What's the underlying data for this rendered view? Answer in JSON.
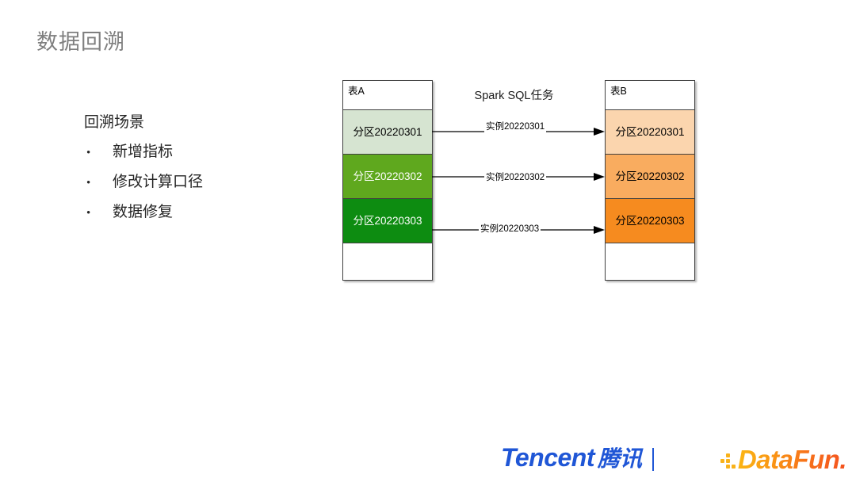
{
  "slide": {
    "title": "数据回溯"
  },
  "content": {
    "scenario_heading": "回溯场景",
    "bullet_marker": "•",
    "bullets": [
      {
        "label": "新增指标"
      },
      {
        "label": "修改计算口径"
      },
      {
        "label": "数据修复"
      }
    ]
  },
  "diagram": {
    "process_title": "Spark SQL任务",
    "table_a": {
      "header": "表A",
      "rows": [
        {
          "label": "分区20220301",
          "bg": "#d6e4d1",
          "text": "#000000"
        },
        {
          "label": "分区20220302",
          "bg": "#5fa81e",
          "text": "#ffffff"
        },
        {
          "label": "分区20220303",
          "bg": "#0d8c11",
          "text": "#ffffff"
        },
        {
          "label": "",
          "bg": "#ffffff",
          "text": "#000000"
        }
      ]
    },
    "table_b": {
      "header": "表B",
      "rows": [
        {
          "label": "分区20220301",
          "bg": "#fbd5ae",
          "text": "#000000"
        },
        {
          "label": "分区20220302",
          "bg": "#f9ac5f",
          "text": "#000000"
        },
        {
          "label": "分区20220303",
          "bg": "#f68b1f",
          "text": "#000000"
        },
        {
          "label": "",
          "bg": "#ffffff",
          "text": "#000000"
        }
      ]
    },
    "arrows": [
      {
        "label": "实例20220301"
      },
      {
        "label": "实例20220302"
      },
      {
        "label": "实例20220303"
      }
    ]
  },
  "footer": {
    "tencent_word": "Tencent",
    "tencent_cn": "腾讯",
    "datafun_word": "DataFun.",
    "tencent_color": "#1f56d6",
    "datafun_color": "#f7901e"
  }
}
